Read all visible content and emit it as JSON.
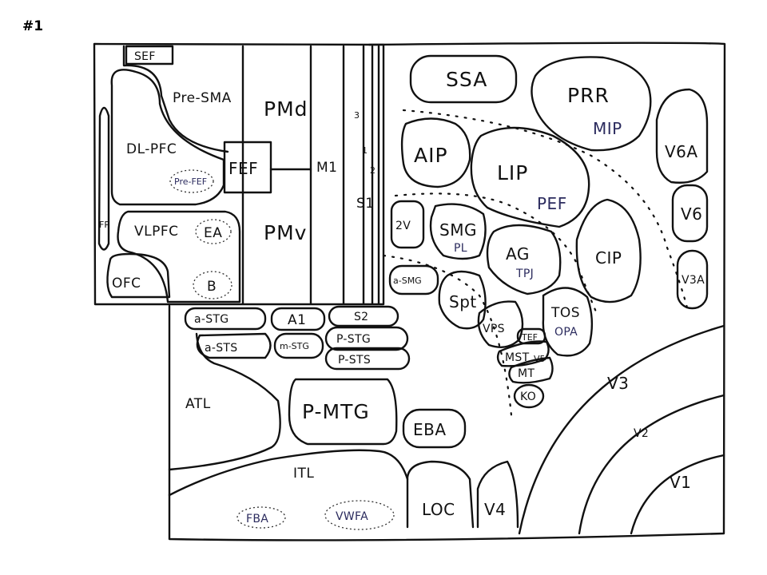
{
  "figure_number": "#1",
  "labels": {
    "sef": "SEF",
    "pre_sma": "Pre-SMA",
    "pmd": "PMd",
    "dlpfc": "DL-PFC",
    "pre_fef": "Pre-FEF",
    "fef": "FEF",
    "m1": "M1",
    "fp": "FP",
    "vlpfc": "VLPFC",
    "ea": "EA",
    "pmv": "PMv",
    "ofc": "OFC",
    "b": "B",
    "s1": "S1",
    "s1_3": "3",
    "s1_1": "1",
    "s1_2": "2",
    "ssa": "SSA",
    "prr": "PRR",
    "mip": "MIP",
    "v6a": "V6A",
    "aip": "AIP",
    "lip": "LIP",
    "pef": "PEF",
    "v6": "V6",
    "v2": "2V",
    "smg": "SMG",
    "pl": "PL",
    "ag": "AG",
    "tpj": "TPJ",
    "cip": "CIP",
    "v3a": "V3A",
    "a_smg": "a-SMG",
    "spt": "Spt",
    "vps": "VPS",
    "tos": "TOS",
    "opa": "OPA",
    "tef": "TEF",
    "mst": "MST",
    "v5": "V5",
    "mt": "MT",
    "ko": "KO",
    "a_stg": "a-STG",
    "a1": "A1",
    "s2": "S2",
    "p_stg": "P-STG",
    "a_sts": "a-STS",
    "m_stg": "m-STG",
    "p_sts": "P-STS",
    "atl": "ATL",
    "p_mtg": "P-MTG",
    "eba": "EBA",
    "v3": "V3",
    "v2_ring": "V2",
    "v1": "V1",
    "itl": "ITL",
    "fba": "FBA",
    "vwfa": "VWFA",
    "loc": "LOC",
    "v4": "V4"
  }
}
